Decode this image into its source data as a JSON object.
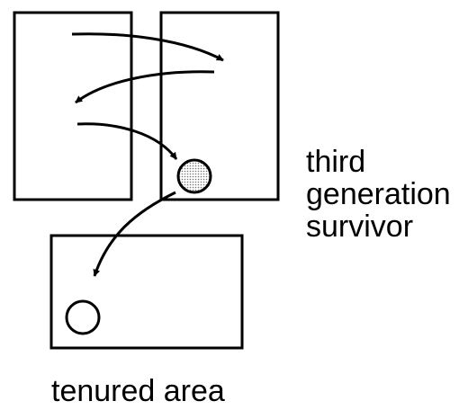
{
  "labels": {
    "survivor_line1": "third",
    "survivor_line2": "generation",
    "survivor_line3": "survivor",
    "tenured_area": "tenured area"
  },
  "colors": {
    "stroke": "#000000",
    "background": "#ffffff",
    "survivor_fill": "#e6e6e6"
  }
}
